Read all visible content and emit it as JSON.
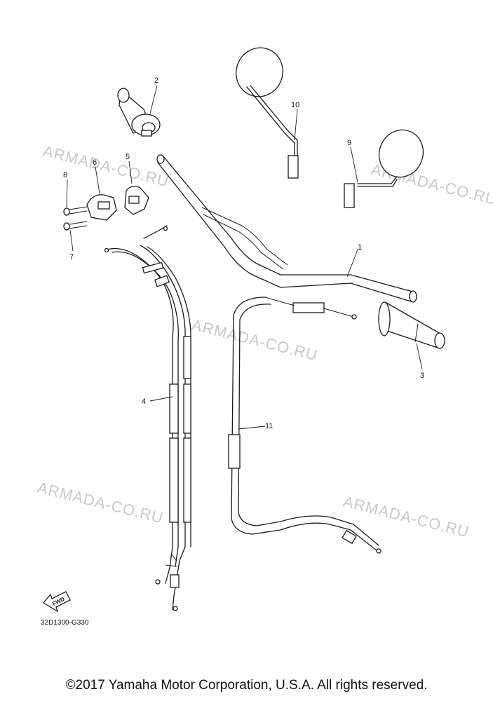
{
  "watermarks": [
    "ARMADA-CO.RU",
    "ARMADA-CO.RU",
    "ARMADA-CO.RU",
    "ARMADA-CO.RU",
    "ARMADA-CO.RU"
  ],
  "callouts": [
    "1",
    "2",
    "3",
    "4",
    "5",
    "6",
    "7",
    "8",
    "9",
    "10",
    "11"
  ],
  "forward_label": "FWD",
  "diagram_code": "32D1300-G330",
  "copyright": "©2017 Yamaha Motor Corporation, U.S.A. All rights reserved."
}
